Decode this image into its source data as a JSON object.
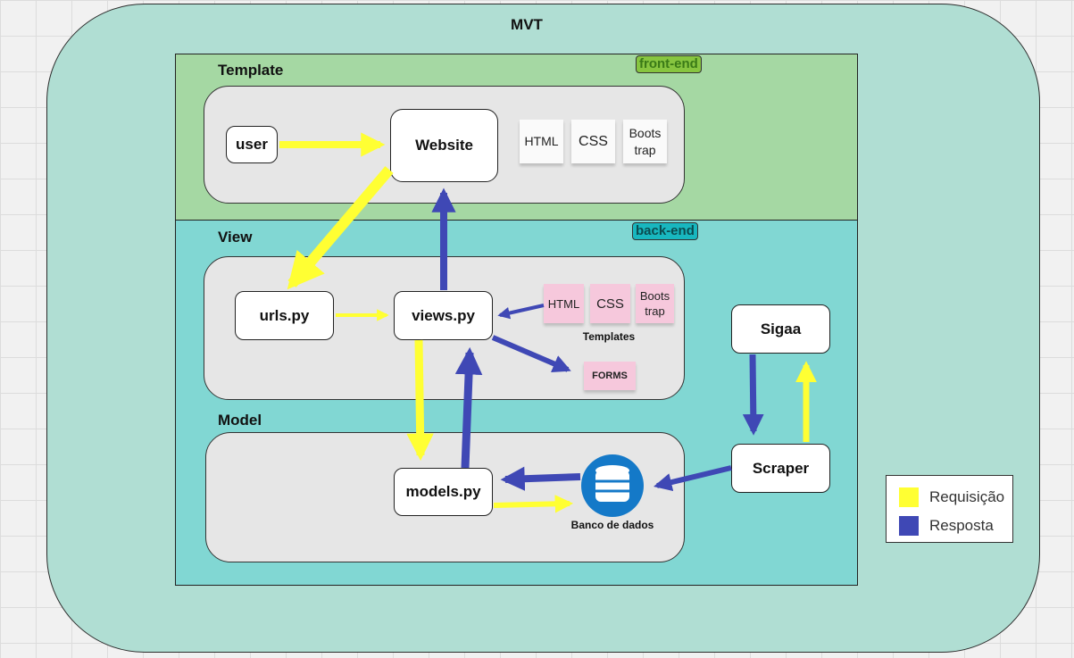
{
  "title": "MVT",
  "sections": {
    "template": {
      "title": "Template",
      "tag": "front-end"
    },
    "view": {
      "title": "View",
      "tag": "back-end"
    },
    "model": {
      "title": "Model"
    }
  },
  "nodes": {
    "user": "user",
    "website": "Website",
    "urls": "urls.py",
    "views": "views.py",
    "models": "models.py",
    "sigaa": "Sigaa",
    "scraper": "Scraper",
    "database": "Banco de dados"
  },
  "front_stickies": {
    "html": "HTML",
    "css": "CSS",
    "bootstrap": "Boots\ntrap"
  },
  "templates_stickies": {
    "html": "HTML",
    "css": "CSS",
    "bootstrap": "Boots\ntrap",
    "label": "Templates"
  },
  "forms": "FORMS",
  "legend": {
    "request": {
      "label": "Requisição",
      "color": "#ffff33"
    },
    "response": {
      "label": "Resposta",
      "color": "#3f48b5"
    }
  },
  "colors": {
    "frame": "#b0ded3",
    "front_end": "#a5d8a3",
    "back_end": "#81d7d3",
    "group": "#e6e6e6",
    "database": "#1479c8"
  }
}
